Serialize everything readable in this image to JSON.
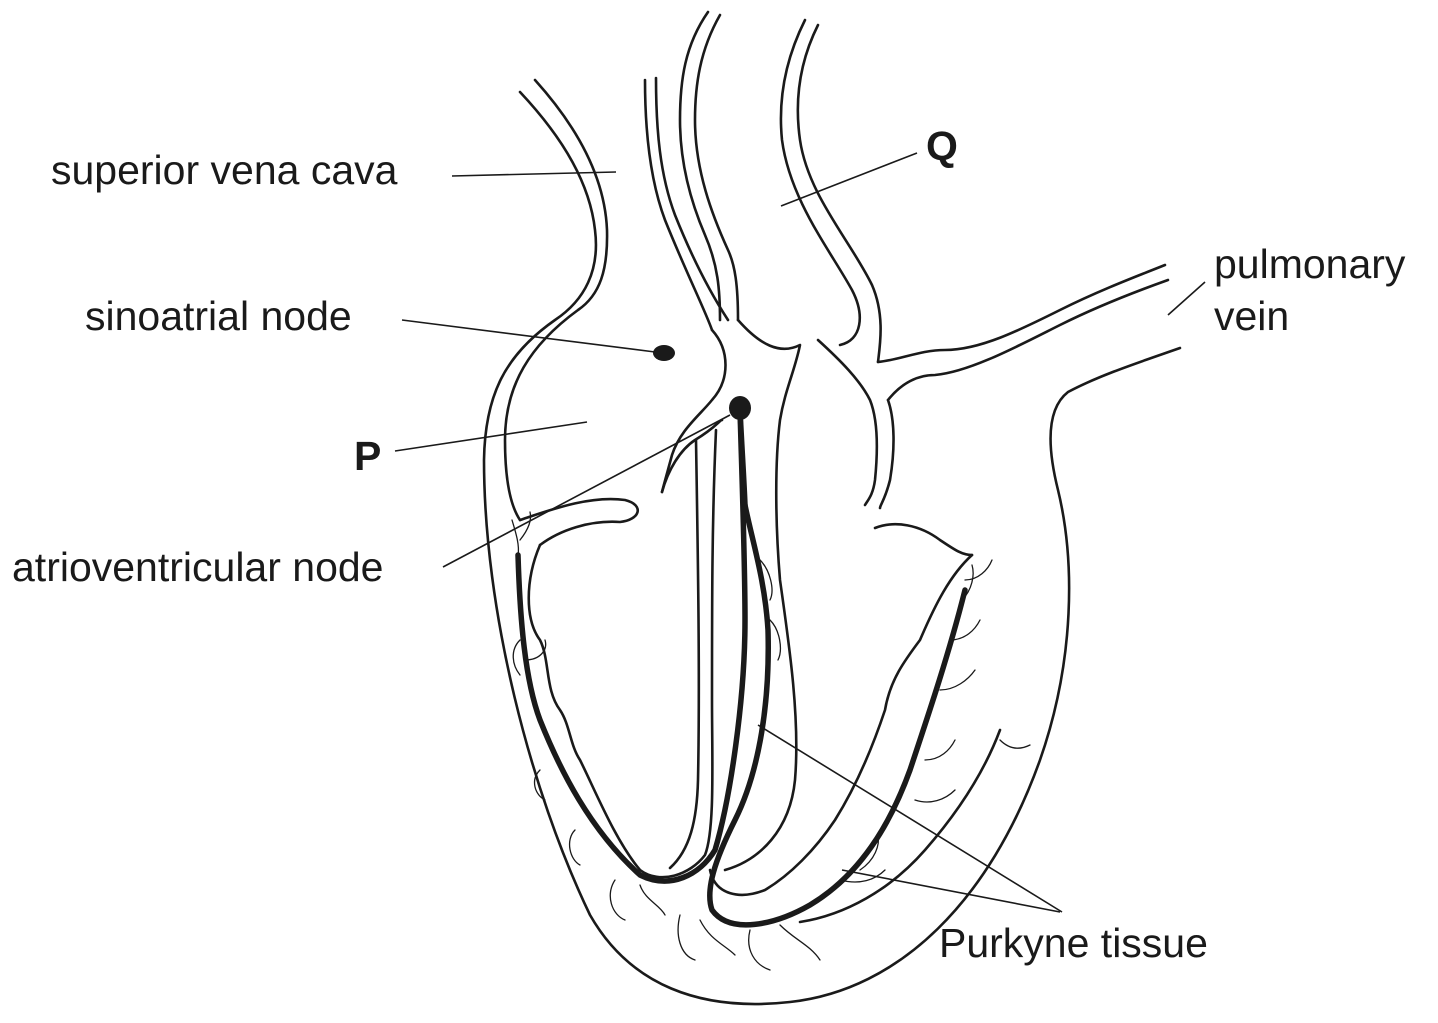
{
  "diagram": {
    "labels": {
      "superior_vena_cava": "superior vena cava",
      "sinoatrial_node": "sinoatrial node",
      "p": "P",
      "atrioventricular_node": "atrioventricular node",
      "q": "Q",
      "pulmonary_vein_line1": "pulmonary",
      "pulmonary_vein_line2": "vein",
      "purkyne_tissue": "Purkyne tissue"
    },
    "colors": {
      "line": "#1a1a1a",
      "background": "#ffffff"
    }
  }
}
